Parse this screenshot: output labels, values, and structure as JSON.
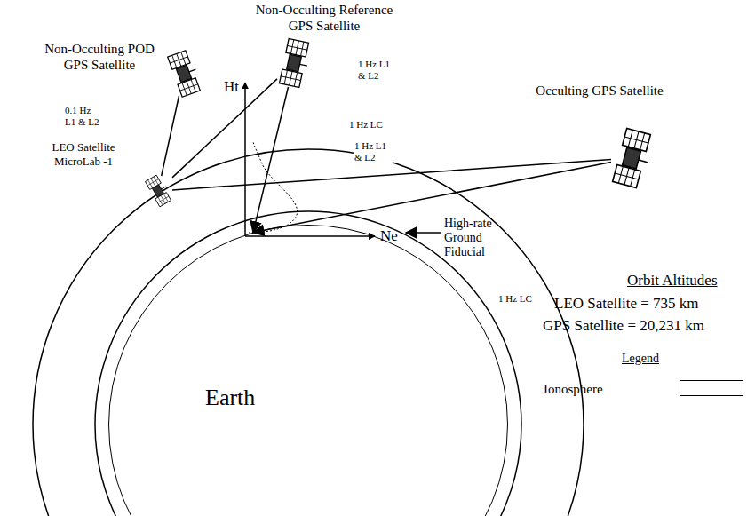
{
  "diagram": {
    "nodes": [
      {
        "text": [
          "Non-Occulting POD GPS Satellite"
        ]
      },
      {
        "text": [
          "Non-Occulting Reference GPS Satellite"
        ]
      },
      {
        "text": [
          "LEO Satellite MicroLab -1"
        ]
      },
      {
        "text": [
          "Occulting GPS Satellite"
        ]
      },
      {
        "text": [
          "Earth"
        ]
      }
    ],
    "edges": [
      {
        "from": 0,
        "to": 2,
        "arrow": "none",
        "label": "0.1 Hz L1 & L2"
      },
      {
        "from": 1,
        "to": 2,
        "arrow": "none",
        "label": "1 Hz L1 & L2"
      },
      {
        "from": 1,
        "to": 4,
        "arrow": "to",
        "label": "1 Hz LC"
      },
      {
        "from": 2,
        "to": 3,
        "arrow": "none",
        "label": "1 Hz L1 & L2"
      },
      {
        "from": 3,
        "to": 4,
        "arrow": "to",
        "label": "1 Hz LC"
      }
    ],
    "labels": [
      "Ht",
      "Ne",
      "High-rate Ground Fiducial",
      "Orbit Altitudes",
      "LEO Satellite = 735 km",
      "GPS Satellite = 20,231 km",
      "Legend"
    ],
    "legend": [
      {
        "text": "Ionosphere",
        "color": "#ffffff"
      }
    ]
  }
}
